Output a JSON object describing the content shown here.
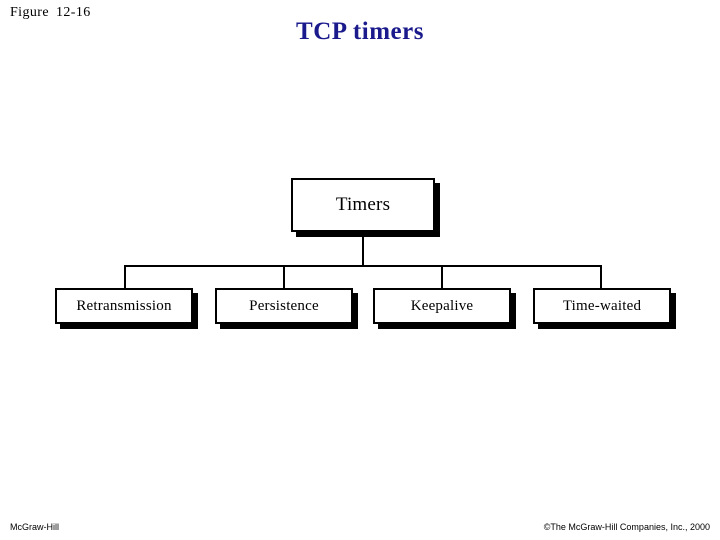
{
  "slide": {
    "figure_label_prefix": "Figure",
    "figure_label_number": "12-16",
    "title": "TCP timers",
    "footer_left": "McGraw-Hill",
    "footer_right": "©The McGraw-Hill Companies, Inc., 2000",
    "title_color": "#1a1a8c"
  },
  "diagram": {
    "root": {
      "label": "Timers"
    },
    "leaves": [
      {
        "label": "Retransmission"
      },
      {
        "label": "Persistence"
      },
      {
        "label": "Keepalive"
      },
      {
        "label": "Time-waited"
      }
    ]
  }
}
